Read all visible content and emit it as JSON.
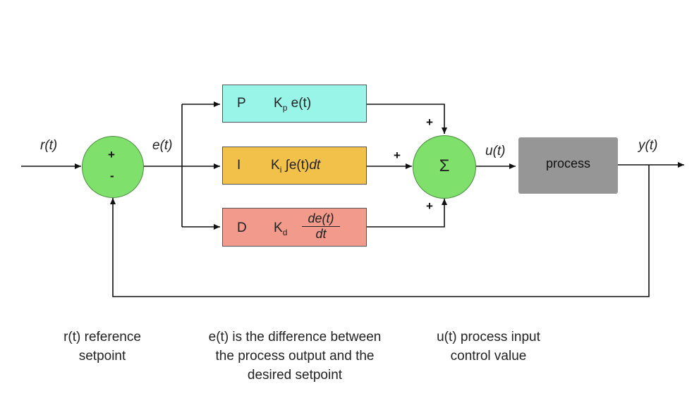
{
  "diagram": {
    "signals": {
      "reference": "r(t)",
      "error": "e(t)",
      "control": "u(t)",
      "output": "y(t)"
    },
    "summing_junction": {
      "plus": "+",
      "minus": "-"
    },
    "controller_terms": [
      {
        "letter": "P",
        "gain": "K",
        "gain_sub": "p",
        "expr": "e(t)",
        "color": "#9af5e9"
      },
      {
        "letter": "I",
        "gain": "K",
        "gain_sub": "i",
        "expr_prefix": "∫e(t)",
        "expr_italic": "dt",
        "color": "#f1c14a"
      },
      {
        "letter": "D",
        "gain": "K",
        "gain_sub": "d",
        "numerator": "de(t)",
        "denominator": "dt",
        "color": "#f29a8c"
      }
    ],
    "sigma_node": {
      "symbol": "Σ",
      "plus_top": "+",
      "plus_left": "+",
      "plus_bottom": "+"
    },
    "process": {
      "label": "process",
      "color": "#969696"
    },
    "descriptions": {
      "reference": [
        "r(t) reference",
        "setpoint"
      ],
      "error": [
        "e(t) is the difference between",
        "the process output and the",
        "desired setpoint"
      ],
      "control": [
        "u(t) process input",
        "control value"
      ]
    }
  }
}
